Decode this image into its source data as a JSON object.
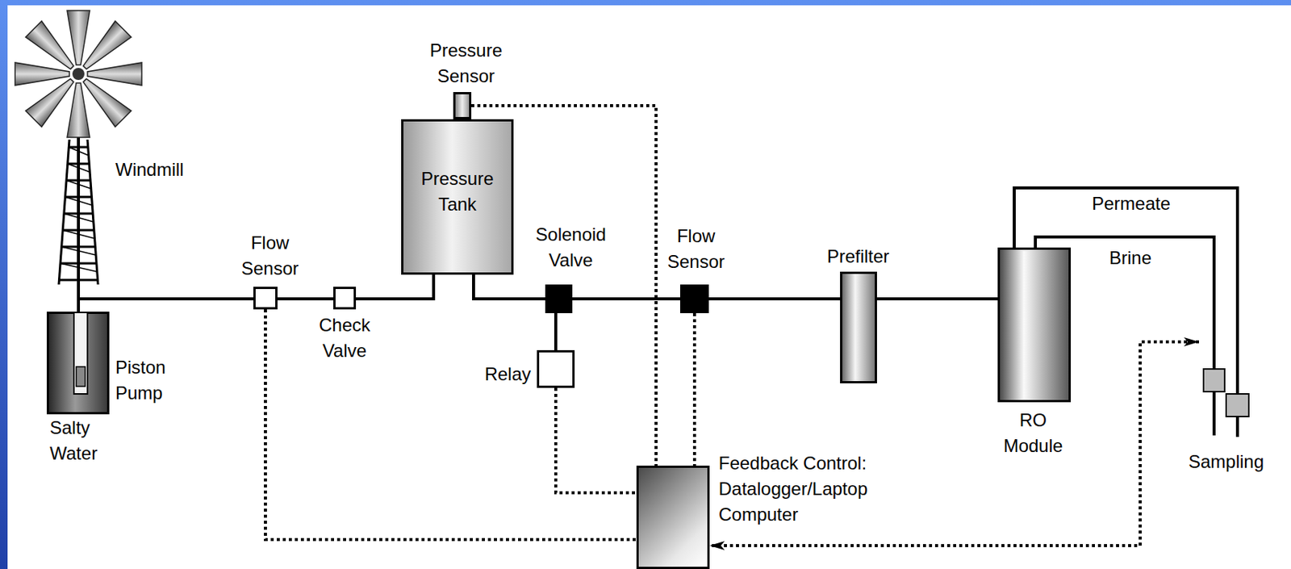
{
  "diagram": {
    "nodes": [
      {
        "text": [
          "Piston Pump",
          "Salty Water"
        ]
      },
      {
        "text": [
          "Flow Sensor"
        ]
      },
      {
        "text": [
          "Check Valve"
        ]
      },
      {
        "text": [
          "Pressure Sensor"
        ]
      },
      {
        "text": [
          "Pressure Tank"
        ]
      },
      {
        "text": [
          "Solenoid Valve"
        ]
      },
      {
        "text": [
          "Relay"
        ]
      },
      {
        "text": [
          "Flow Sensor"
        ]
      },
      {
        "text": [
          "Prefilter"
        ]
      },
      {
        "text": [
          "RO Module"
        ]
      },
      {
        "text": [
          "Sampling"
        ]
      },
      {
        "text": [
          "Feedback Control: Datalogger/Laptop Computer"
        ]
      }
    ],
    "edges": [
      {
        "from": 0,
        "to": 1,
        "arrow": "none"
      },
      {
        "from": 1,
        "to": 2,
        "arrow": "none"
      },
      {
        "from": 2,
        "to": 4,
        "arrow": "none"
      },
      {
        "from": 4,
        "to": 5,
        "arrow": "none"
      },
      {
        "from": 5,
        "to": 7,
        "arrow": "none"
      },
      {
        "from": 7,
        "to": 8,
        "arrow": "none"
      },
      {
        "from": 8,
        "to": 9,
        "arrow": "none"
      },
      {
        "from": 9,
        "to": 10,
        "label": "Permeate",
        "arrow": "none"
      },
      {
        "from": 9,
        "to": 10,
        "label": "Brine",
        "arrow": "none"
      },
      {
        "from": 5,
        "to": 6,
        "arrow": "none"
      },
      {
        "from": 6,
        "to": 11,
        "arrow": "none"
      },
      {
        "from": 3,
        "to": 11,
        "arrow": "none"
      },
      {
        "from": 7,
        "to": 11,
        "arrow": "none"
      },
      {
        "from": 1,
        "to": 11,
        "arrow": "none"
      },
      {
        "from": 10,
        "to": 11,
        "arrow": "both"
      }
    ],
    "labels": [
      "Windmill"
    ]
  }
}
